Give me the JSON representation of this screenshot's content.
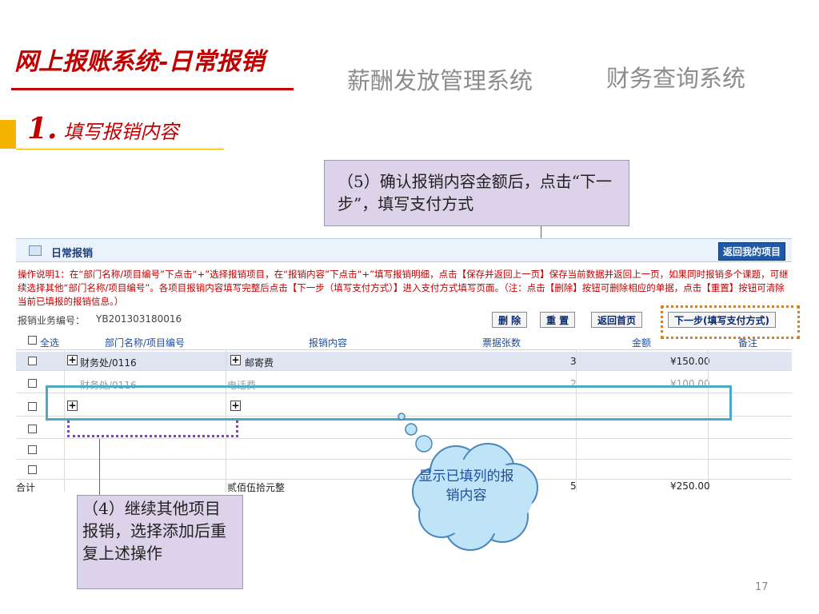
{
  "header": {
    "title": "网上报账系统-日常报销",
    "subtitle_number": "1.",
    "subtitle_text": "填写报销内容",
    "nav_salary": "薪酬发放管理系统",
    "nav_finance": "财务查询系统"
  },
  "callouts": {
    "step5": "（5）确认报销内容金额后，点击“下一步”，填写支付方式",
    "step4": "（4）继续其他项目报销，选择添加后重复上述操作",
    "cloud": "显示已填列的报销内容"
  },
  "panel": {
    "title": "日常报销",
    "my_project_button": "返回我的项目",
    "instructions": "操作说明1：在“部门名称/项目编号”下点击“+”选择报销项目，在“报销内容”下点击“+”填写报销明细，点击【保存并返回上一页】保存当前数据并返回上一页，如果同时报销多个课题，可继续选择其他“部门名称/项目编号”。各项目报销内容填写完整后点击【下一步（填写支付方式）】进入支付方式填写页面。（注：点击【删除】按钮可删除相应的单据，点击【重置】按钮可清除当前已填报的报销信息。）",
    "business_no_label": "报销业务编号：",
    "business_no": "YB201303180016",
    "buttons": {
      "delete": "删 除",
      "reset": "重 置",
      "home": "返回首页",
      "next": "下一步(填写支付方式)"
    },
    "columns": {
      "select_all": "全选",
      "dept": "部门名称/项目编号",
      "content": "报销内容",
      "tickets": "票据张数",
      "amount": "金额",
      "remark": "备注"
    },
    "rows": [
      {
        "dept": "财务处/0116",
        "content": "邮寄费",
        "tickets": "3",
        "amount": "¥150.00"
      },
      {
        "dept": "财务处/0116",
        "content": "电话费",
        "tickets": "2",
        "amount": "¥100.00"
      },
      {
        "dept": "",
        "content": "",
        "tickets": "",
        "amount": ""
      },
      {
        "dept": "",
        "content": "",
        "tickets": "",
        "amount": ""
      },
      {
        "dept": "",
        "content": "",
        "tickets": "",
        "amount": ""
      },
      {
        "dept": "",
        "content": "",
        "tickets": "",
        "amount": ""
      }
    ],
    "total": {
      "label": "合计",
      "amount_words": "贰佰伍拾元整",
      "tickets": "5",
      "amount": "¥250.00"
    }
  },
  "page_number": "17",
  "colors": {
    "title_red": "#c00000",
    "accent_yellow": "#f5b400",
    "callout_fill": "#dcd3ea",
    "highlight_cyan": "#4aaac8",
    "dotted_orange": "#e87a10",
    "dotted_purple": "#7a4ab4",
    "cloud_fill": "#bfe3f7"
  }
}
